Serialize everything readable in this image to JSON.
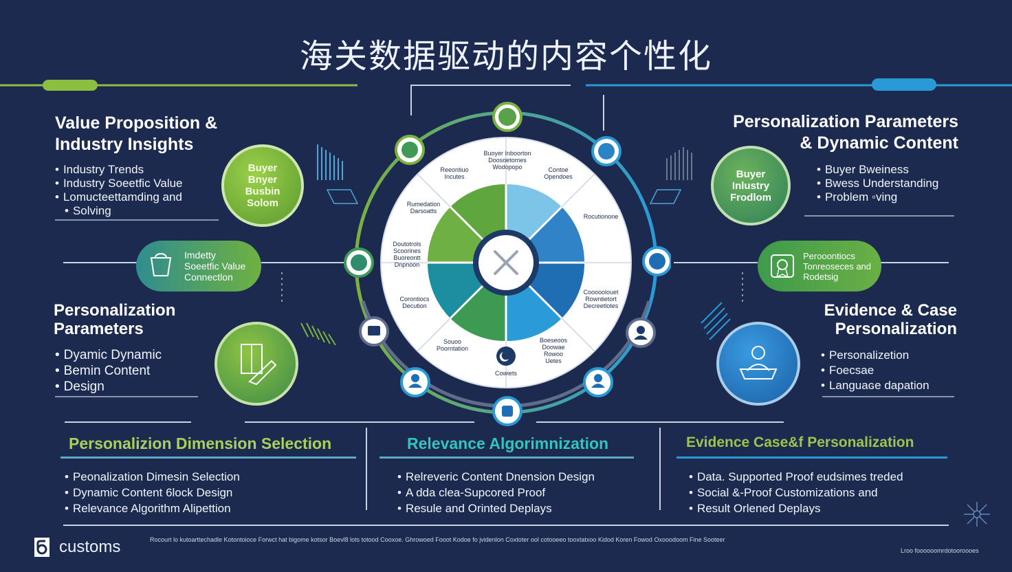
{
  "title": "海关数据驱动的内容个性化",
  "colors": {
    "background": "#1b2a4e",
    "green": "#7bb13f",
    "blue": "#2a83c4",
    "teal": "#1b8fa0",
    "light_blue": "#71c2e6"
  },
  "left_top": {
    "heading": [
      "Value Proposition &",
      "Industry Insights"
    ],
    "items": [
      "Industry Trends",
      "Industry Soeetfic  Value",
      "Lomucteettamding and",
      "Solving"
    ],
    "bubble": [
      "Buyer",
      "Bnyer",
      "Busbin",
      "Solom"
    ]
  },
  "left_pill": {
    "lines": [
      "Imdetty",
      "Soeetfic Value",
      "Connectlon"
    ],
    "icon": "bag-icon"
  },
  "left_bottom": {
    "heading": [
      "Personalization",
      "Parameters"
    ],
    "items": [
      "Dyamic Dynamic",
      "Bemin Content",
      "Design"
    ],
    "icon": "door-hand-icon"
  },
  "right_top": {
    "heading": [
      "Personalization Parameters",
      "& Dynamic Content"
    ],
    "items": [
      "Buyer Bweiness",
      "Bwess Understanding",
      "Problem ◦ving"
    ],
    "bubble": [
      "Buyer",
      "Inlustry",
      "Frodlom"
    ]
  },
  "right_pill": {
    "lines": [
      "Perooontiocs",
      "Tonreoseces and",
      "Rodetsig"
    ],
    "icon": "certificate-icon"
  },
  "right_bottom": {
    "heading": [
      "Evidence & Case",
      "Personalization"
    ],
    "items": [
      "Personalizetion",
      "Foecsae",
      "Languaɢe dapation"
    ],
    "icon": "meeting-icon"
  },
  "wheel": {
    "labels": [
      [
        "Buoyer Inboorton",
        "Doosoetomes",
        "Wodopopo"
      ],
      [
        "Reeontiuo",
        "Incutes"
      ],
      [
        "Contoe",
        "Opendoes"
      ],
      [
        "Rumedation",
        "Darsoatts"
      ],
      [
        "Rocutionone"
      ],
      [
        "Doutotrols",
        "Scoorines",
        "Buoreontt",
        "Dnpnoon"
      ],
      [
        "Corontiocs",
        "Decution"
      ],
      [
        "Cooooolouet",
        "Rowntietort",
        "Decreetlotes"
      ],
      [
        "Souoo",
        "Poorntation"
      ],
      [
        "Boeseoos",
        "Doowae",
        "Rowoo",
        "Uetes"
      ]
    ],
    "bottom_label": "Cowiets",
    "center_icon": "tools-icon",
    "node_icons": [
      "lock-icon",
      "globe-icon",
      "world-icon",
      "network-icon",
      "earth-icon",
      "wallet-icon",
      "person-icon",
      "user-icon",
      "user-badge-icon",
      "database-icon"
    ]
  },
  "sections": [
    {
      "title": "Personalizion Dimension Selection",
      "color": "#a6d25b",
      "items": [
        "Peonalization Dimesin Selection",
        "Dynamic Content 6lock Design",
        "Relevance Algorithm Alipettion"
      ]
    },
    {
      "title": "Relevance Algorimnization",
      "color": "#36c3c0",
      "items": [
        "Relreveric Content Dnension  Design",
        "A dda clea-Supcored Proof",
        "Resule and Orinted Deplays"
      ]
    },
    {
      "title": "Evidence Case&f Personalization",
      "color": "#9fc34f",
      "items": [
        "Data. Supported Proof   eudsimes treded",
        "Social &-Proof Customizations and",
        "Result Orlened Deplays"
      ]
    }
  ],
  "footer": {
    "logo": "customs",
    "fine_print": "Rocourt lo kutoarttechadle Kotontoioce Forwct hat bigome kotsor Boevl8 lots totood Cooxoe. Ghrowoed Fooot Kodoe fo jvidenlon Coxtoter ool cotooeeo tooxtatxoo Kidod Koren Fowod Oxooodoom Fine Sooteer",
    "right_note": "Lroo foooooomrdotooroooes"
  }
}
